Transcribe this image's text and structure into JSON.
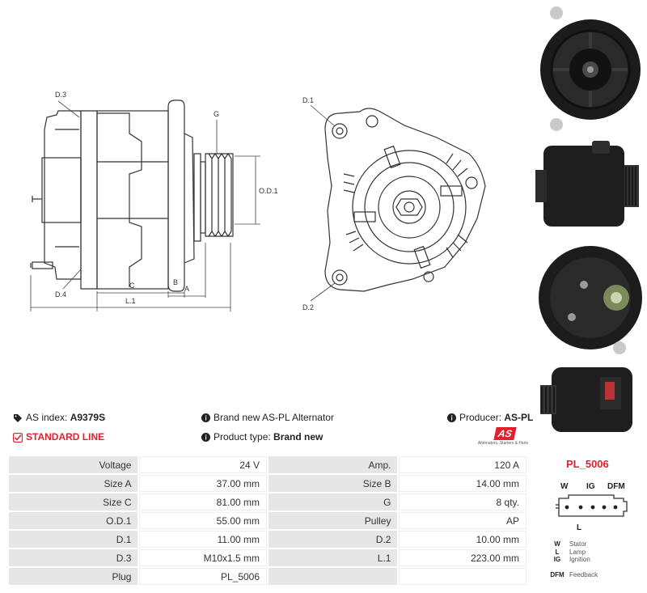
{
  "drawing_labels": {
    "d3": "D.3",
    "d4": "D.4",
    "g": "G",
    "od1": "O.D.1",
    "c": "C",
    "b": "B",
    "a": "A",
    "l1": "L.1",
    "d1": "D.1",
    "d2": "D.2"
  },
  "info": {
    "as_index_label": "AS index: ",
    "as_index_value": "A9379S",
    "line_label": "STANDARD LINE",
    "brand_text": "Brand new AS-PL Alternator",
    "product_type_label": "Product type: ",
    "product_type_value": "Brand new",
    "producer_label": "Producer: ",
    "producer_value": "AS-PL",
    "logo_text": "AS",
    "logo_tagline": "Alternators, Starters & Parts"
  },
  "specs": [
    {
      "l1": "Voltage",
      "v1": "24 V",
      "l2": "Amp.",
      "v2": "120 A"
    },
    {
      "l1": "Size A",
      "v1": "37.00 mm",
      "l2": "Size B",
      "v2": "14.00 mm"
    },
    {
      "l1": "Size C",
      "v1": "81.00 mm",
      "l2": "G",
      "v2": "8 qty."
    },
    {
      "l1": "O.D.1",
      "v1": "55.00 mm",
      "l2": "Pulley",
      "v2": "AP"
    },
    {
      "l1": "D.1",
      "v1": "11.00 mm",
      "l2": "D.2",
      "v2": "10.00 mm"
    },
    {
      "l1": "D.3",
      "v1": "M10x1.5 mm",
      "l2": "L.1",
      "v2": "223.00 mm"
    },
    {
      "l1": "Plug",
      "v1": "PL_5006",
      "l2": "",
      "v2": ""
    }
  ],
  "plug": {
    "title": "PL_5006",
    "pins": {
      "w": "W",
      "ig": "IG",
      "dfm": "DFM",
      "l": "L"
    },
    "legend": [
      {
        "key": "W",
        "label": "Stator"
      },
      {
        "key": "L",
        "label": "Lamp"
      },
      {
        "key": "IG",
        "label": "Ignition"
      },
      {
        "key": "DFM",
        "label": "Feedback"
      }
    ]
  },
  "colors": {
    "accent_red": "#e4202e",
    "label_bg": "#e6e6e6"
  }
}
